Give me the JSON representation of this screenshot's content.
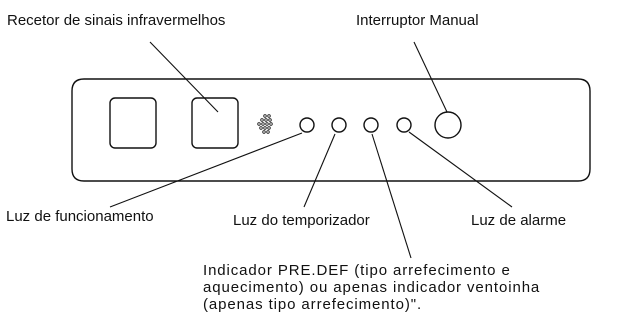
{
  "labels": {
    "receiver": "Recetor de sinais infravermelhos",
    "manual_switch": "Interruptor Manual",
    "operation_light": "Luz de funcionamento",
    "timer_light": "Luz do temporizador",
    "alarm_light": "Luz de alarme",
    "indicator_note": [
      "Indicador PRE.DEF (tipo arrefecimento e",
      "aquecimento) ou apenas indicador ventoinha",
      "(apenas tipo arrefecimento)\"."
    ]
  },
  "colors": {
    "line": "#111111",
    "background": "#ffffff"
  }
}
